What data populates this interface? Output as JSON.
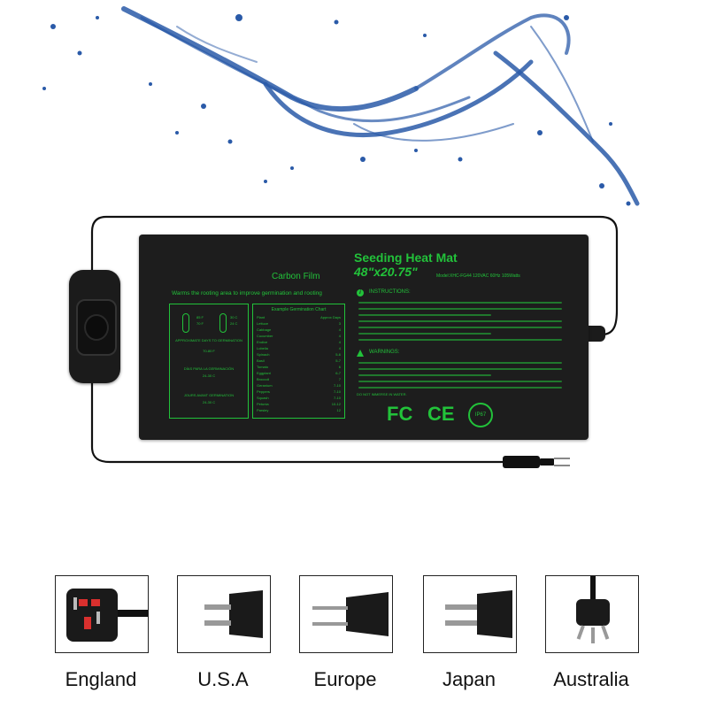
{
  "mat": {
    "title": "Seeding Heat Mat",
    "size": "48\"x20.75\"",
    "model": "Model:XHC-FG44 120VAC 60Hz 105Watts",
    "carbon_film": "Carbon Film",
    "tagline": "Warms the rooting area to improve germination and rooting",
    "temp_rows": [
      {
        "f": "85 F",
        "c": "30 C"
      },
      {
        "f": "70 F",
        "c": "24 C"
      }
    ],
    "days_en": "APPROXIMATE DAYS TO GERMINATION",
    "days_en_val": "70-80 F",
    "days_es": "DÍAS PARA LA GERMINACIÓN",
    "days_es_val": "24-30 C",
    "days_fr": "JOURS AVANT GERMINATION",
    "days_fr_val": "24-30 C",
    "chart_title": "Example Germination Chart",
    "chart_head": {
      "plant": "Plant",
      "days": "Approx Days"
    },
    "chart_rows": [
      {
        "plant": "Lettuce",
        "days": "3"
      },
      {
        "plant": "Cabbage",
        "days": "4"
      },
      {
        "plant": "Cucumber",
        "days": "4"
      },
      {
        "plant": "Endive",
        "days": "4"
      },
      {
        "plant": "Lobelia",
        "days": "4"
      },
      {
        "plant": "Spinach",
        "days": "5-6"
      },
      {
        "plant": "Basil",
        "days": "5-7"
      },
      {
        "plant": "Tomato",
        "days": "6"
      },
      {
        "plant": "Eggplant",
        "days": "6-7"
      },
      {
        "plant": "Broccoli",
        "days": "7"
      },
      {
        "plant": "Geranium",
        "days": "7-10"
      },
      {
        "plant": "Peppers",
        "days": "7-10"
      },
      {
        "plant": "Squash",
        "days": "7-10"
      },
      {
        "plant": "Petunia",
        "days": "10-12"
      },
      {
        "plant": "Parsley",
        "days": "12"
      }
    ],
    "instructions_label": "INSTRUCTIONS:",
    "warnings_label": "WARNINGS:",
    "do_not_immerse": "DO NOT IMMERSE IN WATER.",
    "certs": {
      "fc": "FC",
      "ce": "CE",
      "ip": "IP67"
    }
  },
  "plugs": [
    {
      "label": "England"
    },
    {
      "label": "U.S.A"
    },
    {
      "label": "Europe"
    },
    {
      "label": "Japan"
    },
    {
      "label": "Australia"
    }
  ],
  "colors": {
    "accent": "#22c23a",
    "mat": "#1d1d1d",
    "water": "#2a5aa8"
  }
}
